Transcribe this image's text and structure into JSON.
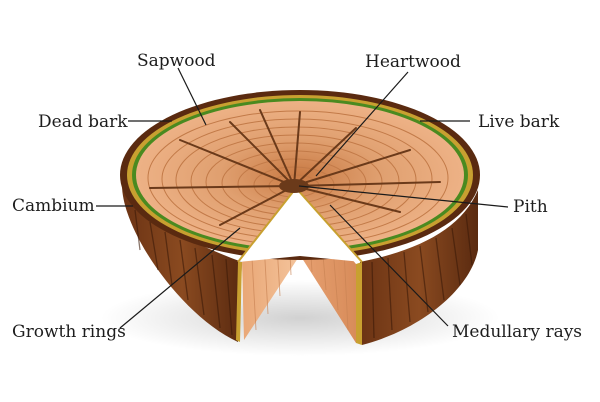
{
  "diagram": {
    "labels": {
      "sapwood": "Sapwood",
      "heartwood": "Heartwood",
      "dead_bark": "Dead bark",
      "live_bark": "Live bark",
      "cambium": "Cambium",
      "pith": "Pith",
      "growth_rings": "Growth rings",
      "medullary_rays": "Medullary rays"
    },
    "colors": {
      "bark_dark": "#5a2a10",
      "bark_mid": "#8a4a20",
      "live_bark": "#c8a030",
      "cambium": "#4a8a20",
      "sapwood": "#e8a878",
      "heartwood": "#d98850",
      "cut_face": "#f0b98a",
      "pith": "#6b3a1a"
    }
  }
}
